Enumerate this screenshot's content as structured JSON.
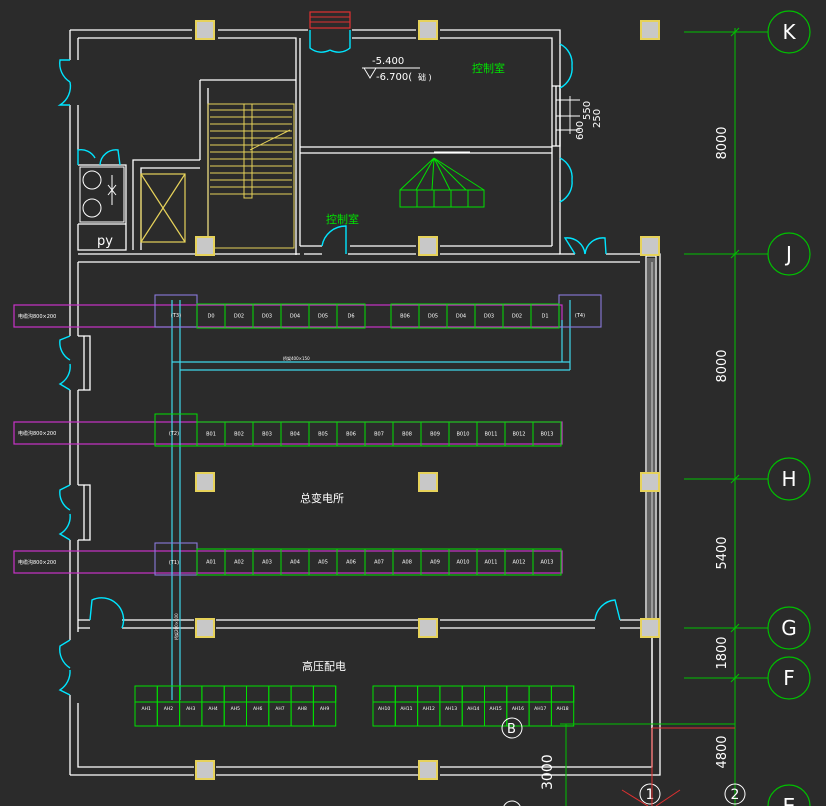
{
  "colors": {
    "background": "#2b2b2b",
    "wall": "#ffffff",
    "door": "#00e5ff",
    "grid": "#00c000",
    "equipment": "#00e000",
    "column": "#e6d25a",
    "trench": "#c832c8",
    "cable": "#3fd6ea",
    "text_green": "#00e000",
    "text_white": "#ffffff"
  },
  "grid_axes": [
    "K",
    "J",
    "H",
    "G",
    "F",
    "E"
  ],
  "grid_columns": [
    "1",
    "2"
  ],
  "grid_dimensions": [
    "8000",
    "8000",
    "5400",
    "1800",
    "4800"
  ],
  "room_labels": {
    "control_room_top": "控制室",
    "control_room_bottom": "控制室",
    "low_voltage_room": "总变电所",
    "high_voltage_room": "高压配电"
  },
  "elevation": {
    "upper": "-5.400",
    "lower": "-6.700(",
    "suffix": "础 )"
  },
  "pipe_dims": [
    "550",
    "250",
    "600"
  ],
  "py_label": "py",
  "b_marker": "B",
  "dimension_3000": "3000",
  "trench_labels": [
    "电缆沟800×200",
    "电缆沟800×200",
    "电缆沟800×200"
  ],
  "cable_tray_label": "桥架400×150",
  "cable_tray_label_v": "桥架200×100",
  "row_d": {
    "left": [
      "(T3)",
      "D0",
      "D02",
      "D03",
      "D04",
      "D05",
      "D6"
    ],
    "right": [
      "B06",
      "D05",
      "D04",
      "D03",
      "D02",
      "D1",
      "(T4)"
    ]
  },
  "row_b": [
    "(T2)",
    "B01",
    "B02",
    "B03",
    "B04",
    "B05",
    "B06",
    "B07",
    "B08",
    "B09",
    "B010",
    "B011",
    "B012",
    "B013"
  ],
  "row_a": [
    "(T1)",
    "A01",
    "A02",
    "A03",
    "A04",
    "A05",
    "A06",
    "A07",
    "A08",
    "A09",
    "A010",
    "A011",
    "A012",
    "A013"
  ],
  "row_ah": {
    "left": [
      "AH1",
      "AH2",
      "AH3",
      "AH4",
      "AH5",
      "AH6",
      "AH7",
      "AH8",
      "AH9"
    ],
    "right": [
      "AH10",
      "AH11",
      "AH12",
      "AH13",
      "AH14",
      "AH15",
      "AH16",
      "AH17",
      "AH18"
    ]
  }
}
